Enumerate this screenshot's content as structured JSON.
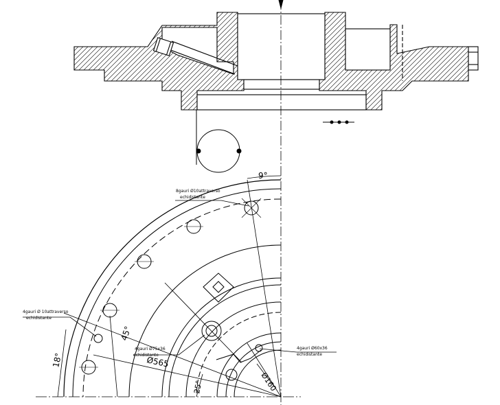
{
  "section_view": {
    "legend_dots": 3
  },
  "plan_view": {
    "angles": {
      "a9": "9°",
      "a18": "18°",
      "a45": "45°",
      "a25": "25°"
    },
    "diameters": {
      "d565": "Ø565",
      "d160": "Ø160"
    },
    "notes": {
      "top_note": [
        "8gauri Ø10attraverso",
        "echidistante"
      ],
      "left_note": [
        "4gauri Ø 10attraverso",
        "echidistante"
      ],
      "mid_note": [
        "4gauri Ø75x36",
        "echidistante"
      ],
      "right_note": [
        "4gauri Ø60x36",
        "echidistante"
      ]
    }
  }
}
